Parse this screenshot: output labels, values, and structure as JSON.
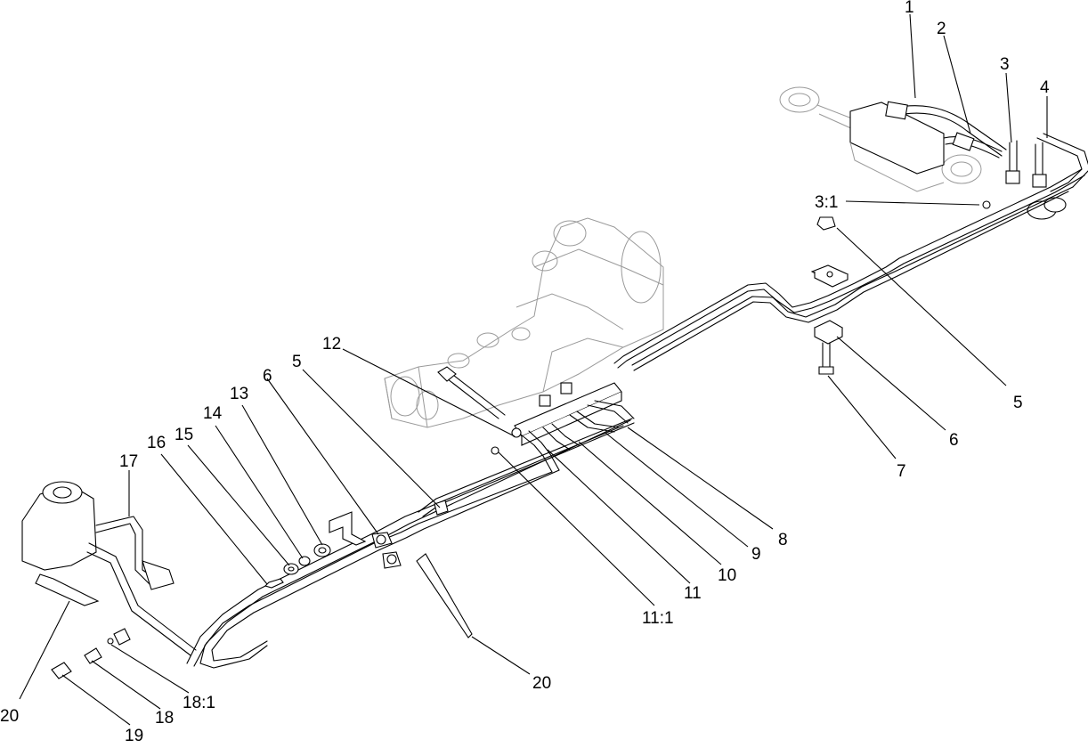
{
  "callouts": [
    {
      "id": "c1",
      "label": "1"
    },
    {
      "id": "c2",
      "label": "2"
    },
    {
      "id": "c3",
      "label": "3"
    },
    {
      "id": "c4",
      "label": "4"
    },
    {
      "id": "c31",
      "label": "3:1"
    },
    {
      "id": "c5a",
      "label": "5"
    },
    {
      "id": "c6a",
      "label": "6"
    },
    {
      "id": "c7",
      "label": "7"
    },
    {
      "id": "c12",
      "label": "12"
    },
    {
      "id": "c5b",
      "label": "5"
    },
    {
      "id": "c6b",
      "label": "6"
    },
    {
      "id": "c13",
      "label": "13"
    },
    {
      "id": "c14",
      "label": "14"
    },
    {
      "id": "c15",
      "label": "15"
    },
    {
      "id": "c16",
      "label": "16"
    },
    {
      "id": "c17",
      "label": "17"
    },
    {
      "id": "c8",
      "label": "8"
    },
    {
      "id": "c9",
      "label": "9"
    },
    {
      "id": "c10",
      "label": "10"
    },
    {
      "id": "c11",
      "label": "11"
    },
    {
      "id": "c111",
      "label": "11:1"
    },
    {
      "id": "c20b",
      "label": "20"
    },
    {
      "id": "c20a",
      "label": "20"
    },
    {
      "id": "c181",
      "label": "18:1"
    },
    {
      "id": "c18",
      "label": "18"
    },
    {
      "id": "c19",
      "label": "19"
    }
  ]
}
